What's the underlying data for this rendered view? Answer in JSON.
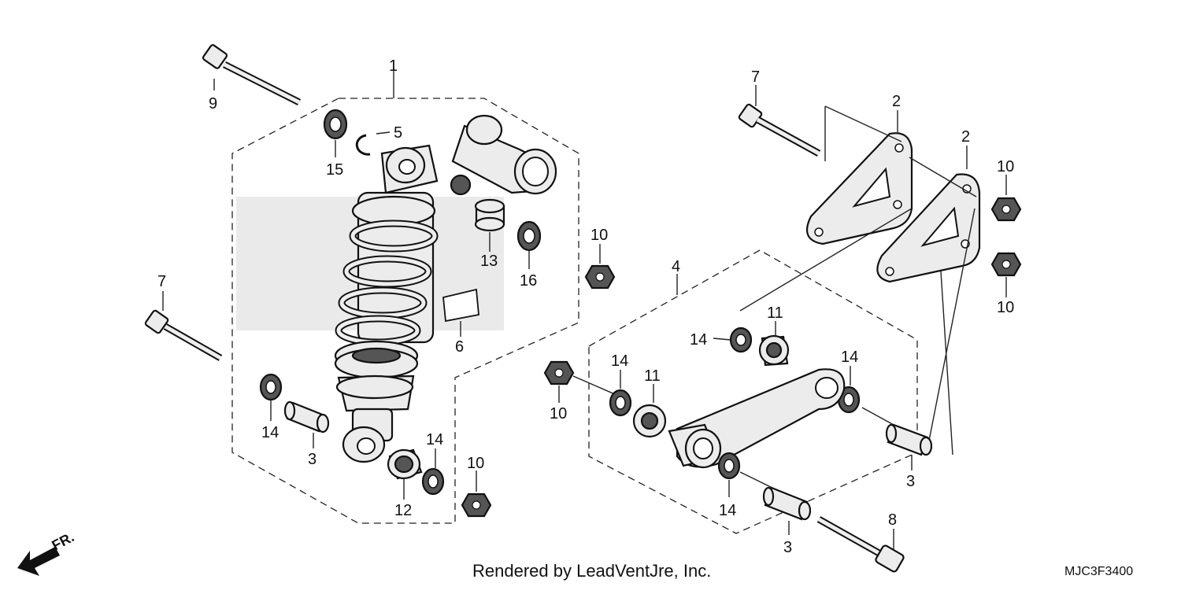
{
  "callouts": {
    "c1": "1",
    "c2a": "2",
    "c2b": "2",
    "c3a": "3",
    "c3b": "3",
    "c3c": "3",
    "c4": "4",
    "c5": "5",
    "c6": "6",
    "c7a": "7",
    "c7b": "7",
    "c8": "8",
    "c9": "9",
    "c10a": "10",
    "c10b": "10",
    "c10c": "10",
    "c10d": "10",
    "c10e": "10",
    "c11a": "11",
    "c11b": "11",
    "c12": "12",
    "c13": "13",
    "c14a": "14",
    "c14b": "14",
    "c14c": "14",
    "c14d": "14",
    "c14e": "14",
    "c14f": "14",
    "c15": "15",
    "c16": "16"
  },
  "footer": {
    "rendered_by": "Rendered by LeadVentJre, Inc.",
    "diagram_code": "MJC3F3400",
    "front_label": "FR."
  }
}
